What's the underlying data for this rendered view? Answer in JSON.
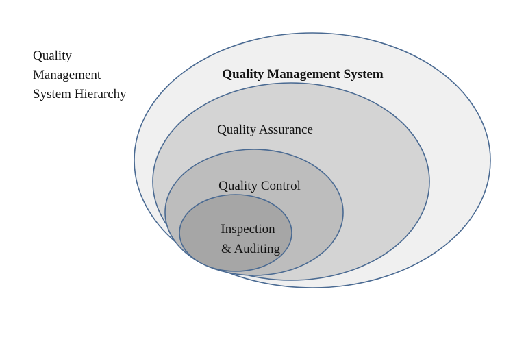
{
  "side_title": {
    "lines": [
      "Quality",
      "Management",
      "System Hierarchy"
    ]
  },
  "diagram": {
    "type": "nested-ellipses",
    "stroke_color": "#4a6a92",
    "levels": [
      {
        "label": "Quality Management System",
        "bold": true,
        "fill": "#f0f0f0"
      },
      {
        "label": "Quality Assurance",
        "bold": false,
        "fill": "#d4d4d4"
      },
      {
        "label": "Quality Control",
        "bold": false,
        "fill": "#bdbdbd"
      },
      {
        "label_lines": [
          "Inspection",
          "& Auditing"
        ],
        "bold": false,
        "fill": "#a6a6a6"
      }
    ]
  }
}
